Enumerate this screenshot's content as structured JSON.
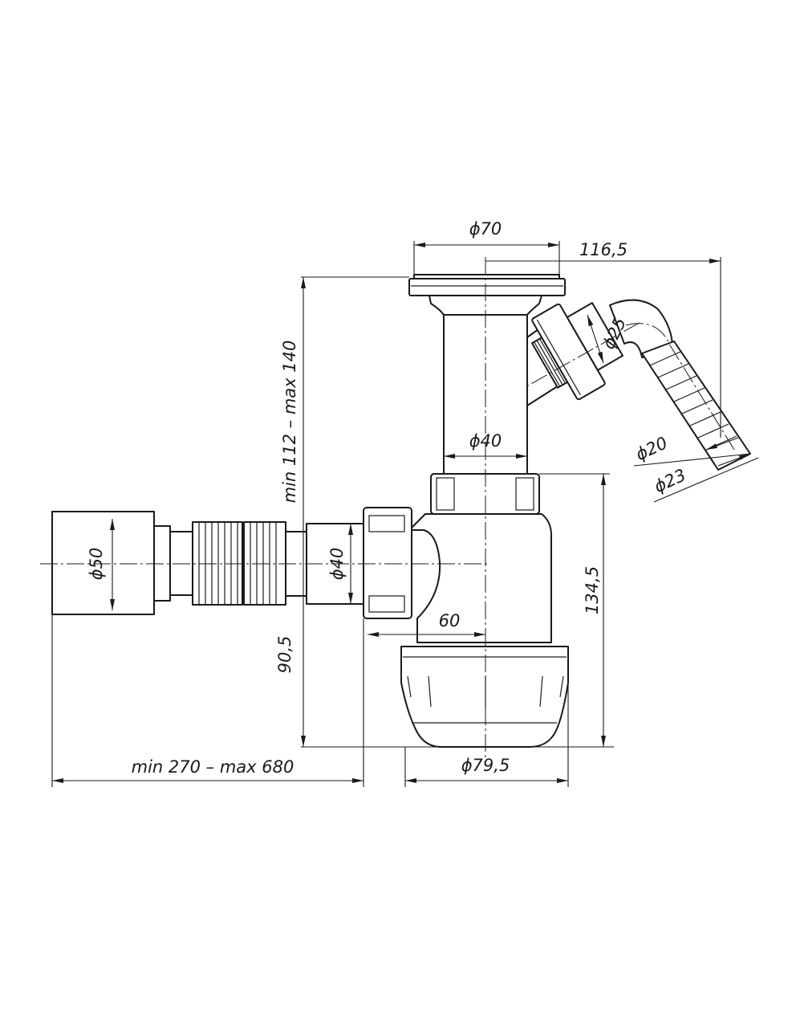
{
  "drawing": {
    "title": "Bottle siphon with side inlet and flexible outlet",
    "dimensions": {
      "flange_diameter": "ϕ70",
      "branch_offset": "116,5",
      "height_range": "min 112 – max 140",
      "tube_diameter": "ϕ40",
      "side_inlet_diameter": "ϕ25",
      "hose_inner_diameter": "ϕ20",
      "hose_outer_diameter": "ϕ23",
      "outlet_diameter": "ϕ40",
      "pipe_diameter": "ϕ50",
      "outlet_offset": "60",
      "total_height": "134,5",
      "outlet_height": "90,5",
      "bowl_diameter": "ϕ79,5",
      "length_range": "min 270 – max 680"
    }
  }
}
